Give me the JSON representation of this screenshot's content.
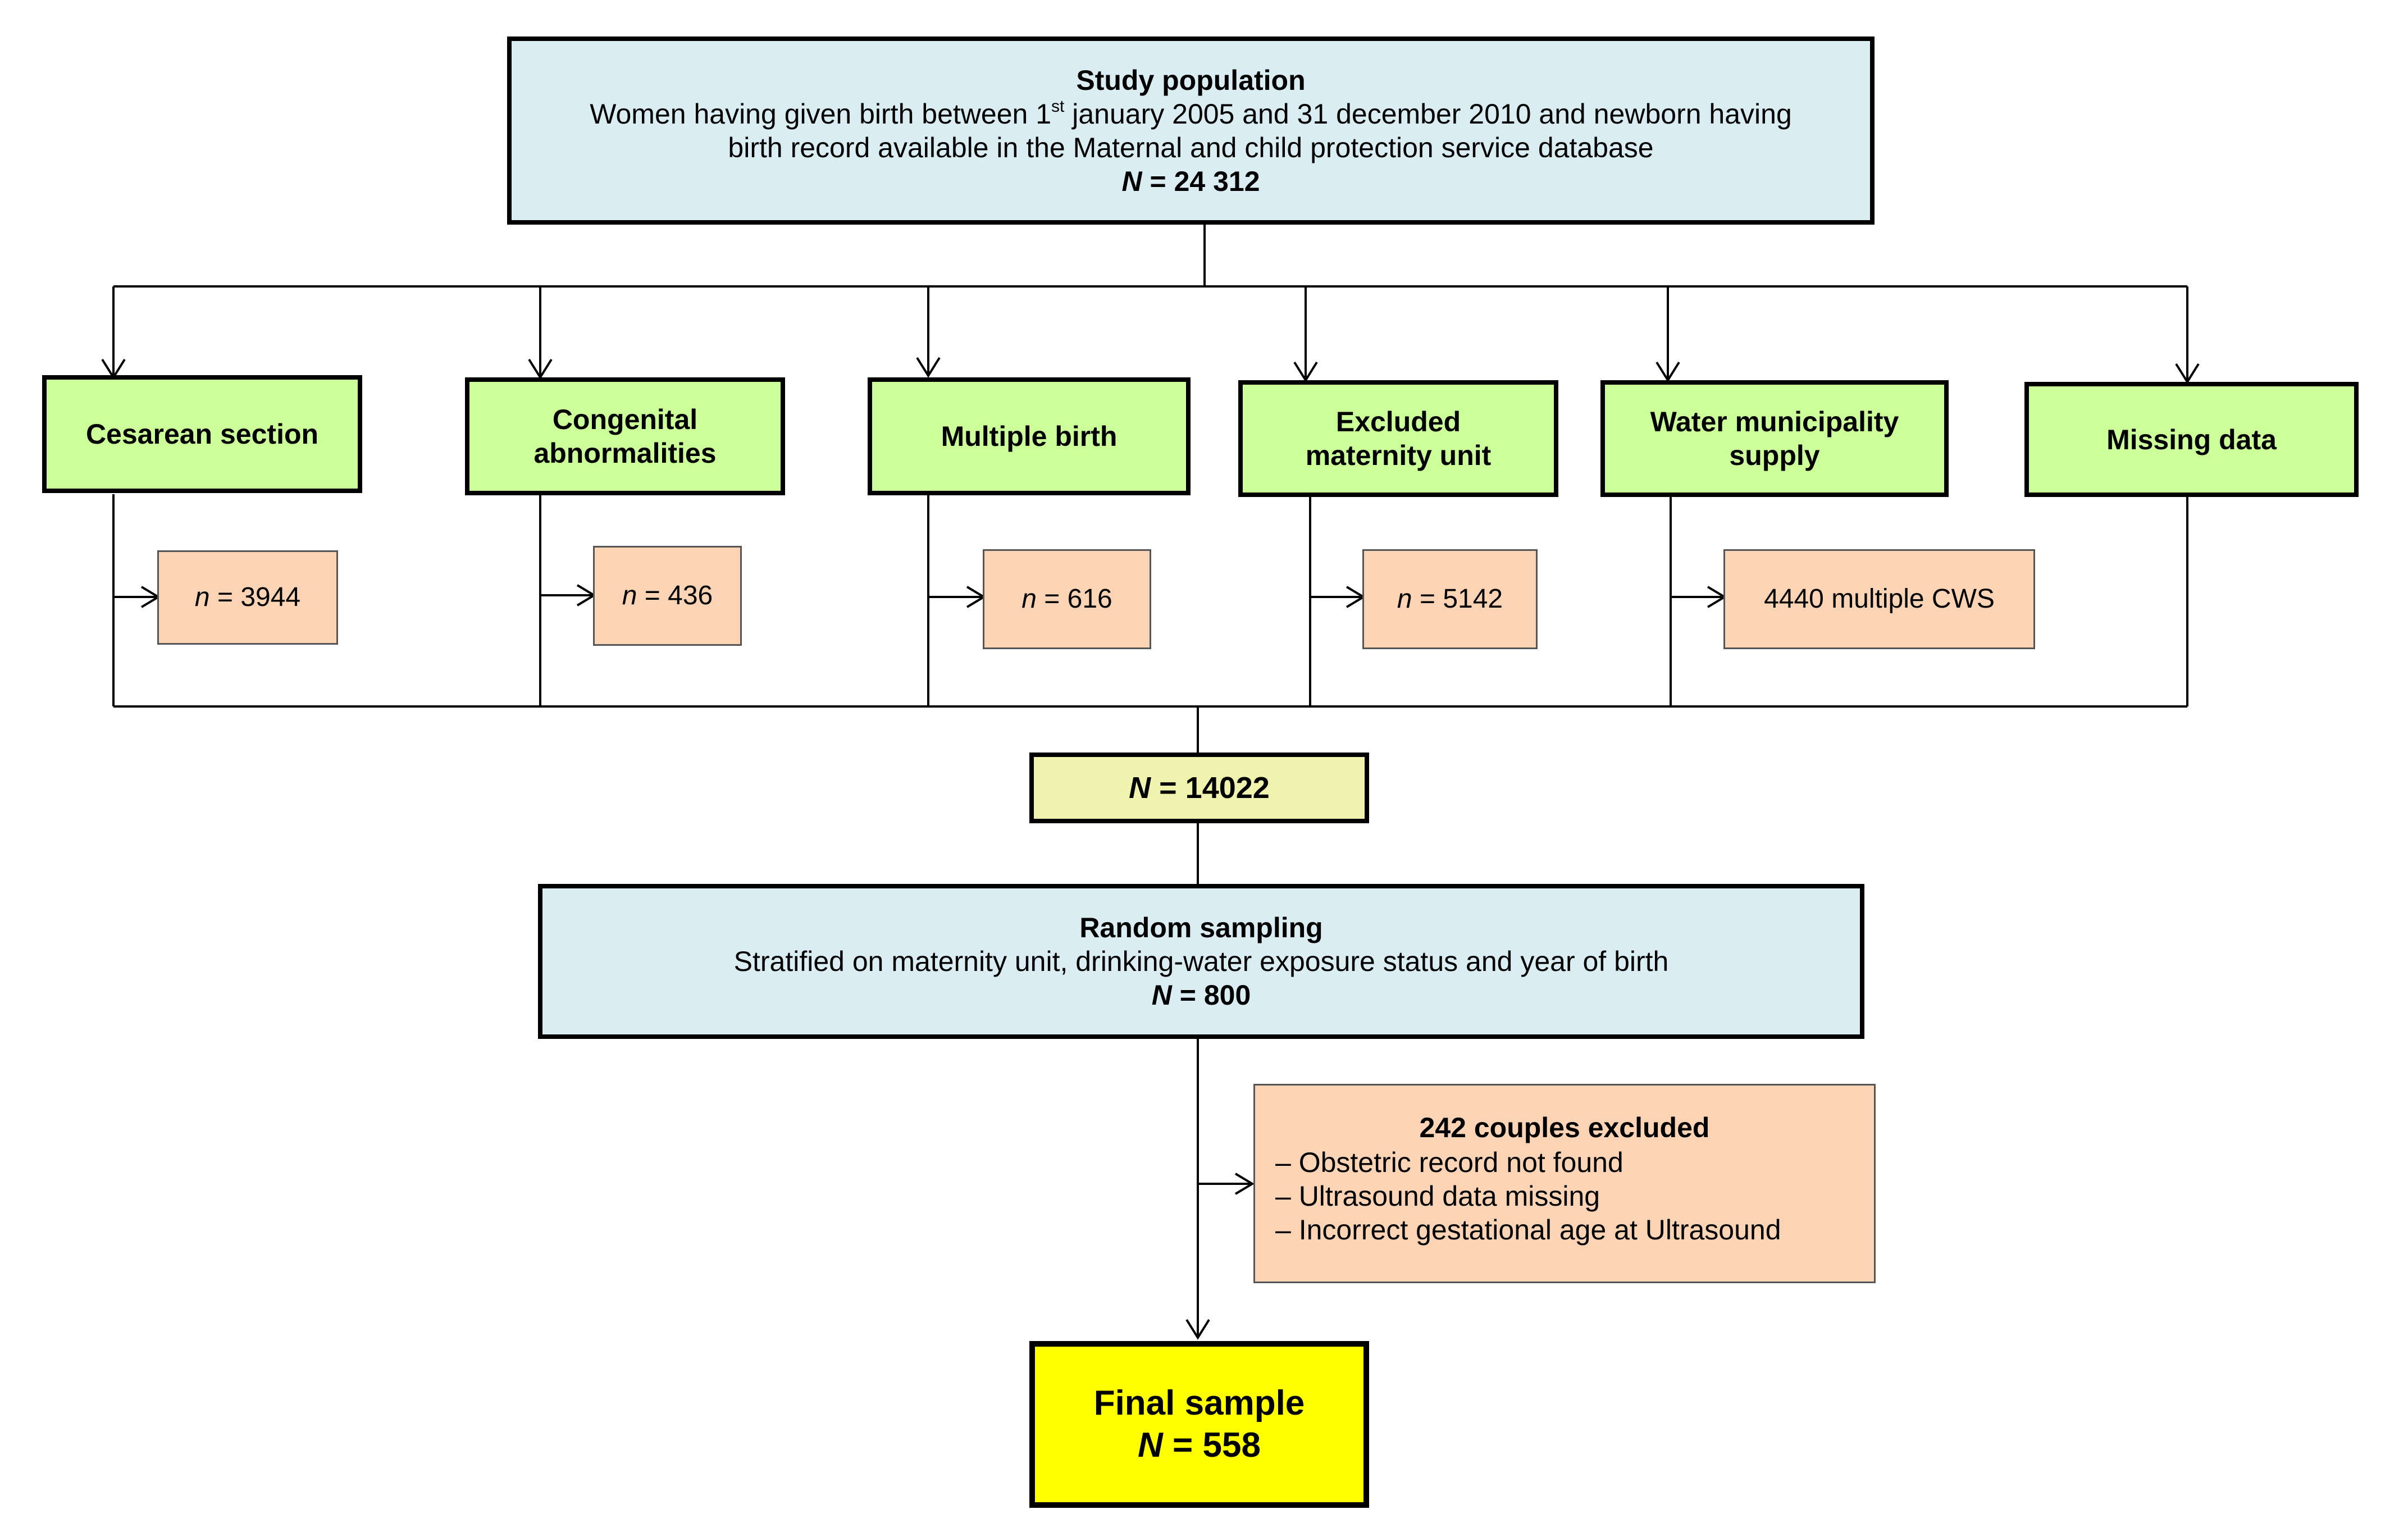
{
  "study_population": {
    "title": "Study population",
    "text_before_sup": "Women having given birth between 1",
    "sup": "st",
    "text_after_sup": " january 2005 and 31 december 2010 and newborn having",
    "line2": "birth record available in the Maternal and child protection service database",
    "n_label": "N",
    "n_value": " = 24 312"
  },
  "exclusions": [
    {
      "label_line1": "Cesarean section",
      "label_line2": "",
      "count_prefix": "n",
      "count_value": " = 3944"
    },
    {
      "label_line1": "Congenital",
      "label_line2": "abnormalities",
      "count_prefix": "n",
      "count_value": " = 436"
    },
    {
      "label_line1": "Multiple birth",
      "label_line2": "",
      "count_prefix": "n",
      "count_value": " = 616"
    },
    {
      "label_line1": "Excluded",
      "label_line2": "maternity unit",
      "count_prefix": "n",
      "count_value": " = 5142"
    },
    {
      "label_line1": "Water municipality",
      "label_line2": "supply",
      "count_prefix": "",
      "count_value": "4440 multiple CWS"
    },
    {
      "label_line1": "Missing data",
      "label_line2": ""
    }
  ],
  "intermediate": {
    "n_label": "N",
    "n_value": " = 14022"
  },
  "random_sampling": {
    "title": "Random sampling",
    "line1": "Stratified on maternity unit, drinking-water exposure status and year of birth",
    "n_label": "N",
    "n_value": " = 800"
  },
  "excluded_couples": {
    "title": "242 couples excluded",
    "items": [
      "– Obstetric record not found",
      "– Ultrasound data missing",
      "– Incorrect gestational age at Ultrasound"
    ]
  },
  "final_sample": {
    "title": "Final sample",
    "n_label": "N",
    "n_value": " = 558"
  },
  "colors": {
    "blue_box": "#daedf3",
    "green_box": "#ccff99",
    "peach_box": "#fbd3b5",
    "light_yellow_box": "#eff3ae",
    "yellow_box": "#ffff00"
  }
}
